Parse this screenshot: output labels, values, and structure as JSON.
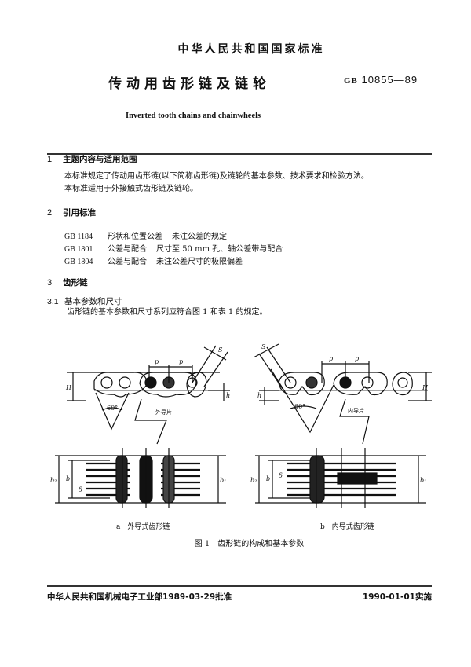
{
  "header": {
    "national_standard": "中华人民共和国国家标准",
    "title_cn": "传动用齿形链及链轮",
    "standard_prefix": "GB",
    "standard_number": "10855—89",
    "title_en": "Inverted tooth chains and chainwheels"
  },
  "sections": [
    {
      "number": "1",
      "heading": "主题内容与适用范围",
      "paragraphs": [
        "本标准规定了传动用齿形链(以下简称齿形链)及链轮的基本参数、技术要求和检验方法。",
        "本标准适用于外接触式齿形链及链轮。"
      ]
    },
    {
      "number": "2",
      "heading": "引用标准",
      "references": [
        {
          "code": "GB 1184",
          "part_a": "形状和位置公差",
          "part_b": "未注公差的规定"
        },
        {
          "code": "GB 1801",
          "part_a": "公差与配合",
          "part_b": "尺寸至 50 mm 孔、轴公差带与配合"
        },
        {
          "code": "GB 1804",
          "part_a": "公差与配合",
          "part_b": "未注公差尺寸的极限偏差"
        }
      ]
    },
    {
      "number": "3",
      "heading": "齿形链"
    }
  ],
  "subsection": {
    "number": "3.1",
    "heading": "基本参数和尺寸",
    "paragraph": "齿形链的基本参数和尺寸系列应符合图 1 和表 1 的规定。"
  },
  "figure": {
    "caption": "图 1　齿形链的构成和基本参数",
    "sub_a": {
      "letter": "a",
      "label": "外导式齿形链",
      "callout": "外导片"
    },
    "sub_b": {
      "letter": "b",
      "label": "内导式齿形链",
      "callout": "内导片"
    },
    "dim_labels": {
      "pitch": "p",
      "height": "H",
      "h": "h",
      "s": "S",
      "angle": "60°",
      "b": "b",
      "b1": "b₁",
      "b2": "b₂",
      "delta": "δ"
    }
  },
  "footer": {
    "approval": "中华人民共和国机械电子工业部1989-03-29批准",
    "effective": "1990-01-01实施"
  }
}
